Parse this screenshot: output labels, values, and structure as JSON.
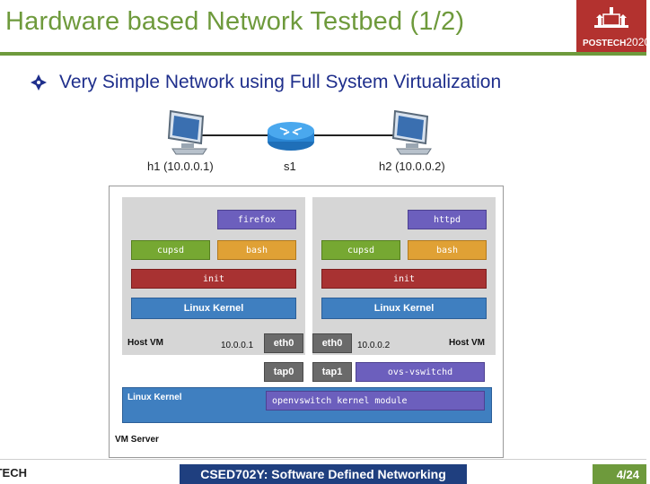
{
  "slide": {
    "title": "Hardware based Network Testbed (1/2)",
    "logo_text": "POSTECH",
    "logo_year": "2020",
    "bullet": "Very Simple Network using Full System Virtualization"
  },
  "topology": {
    "h1_label": "h1 (10.0.0.1)",
    "s1_label": "s1",
    "h2_label": "h2 (10.0.0.2)"
  },
  "diagram": {
    "left_host": {
      "app_top": "firefox",
      "app_left": "cupsd",
      "app_right": "bash",
      "init": "init",
      "kernel": "Linux Kernel",
      "vm_label": "Host VM",
      "ip": "10.0.0.1",
      "eth": "eth0",
      "tap": "tap0"
    },
    "right_host": {
      "app_top": "httpd",
      "app_left": "cupsd",
      "app_right": "bash",
      "init": "init",
      "kernel": "Linux Kernel",
      "vm_label": "Host VM",
      "ip": "10.0.0.2",
      "eth": "eth0",
      "tap": "tap1",
      "vswitchd": "ovs-vswitchd"
    },
    "server_kernel": "Linux Kernel",
    "kernel_module": "openvswitch kernel module",
    "server_label": "VM Server"
  },
  "footer": {
    "left": "TECH",
    "center": "CSED702Y: Software Defined Networking",
    "page": "4/24"
  },
  "colors": {
    "title_green": "#6e9a3c",
    "logo_red": "#b3322f",
    "bullet_blue": "#1f2f8c",
    "footer_navy": "#1f3f7f"
  }
}
